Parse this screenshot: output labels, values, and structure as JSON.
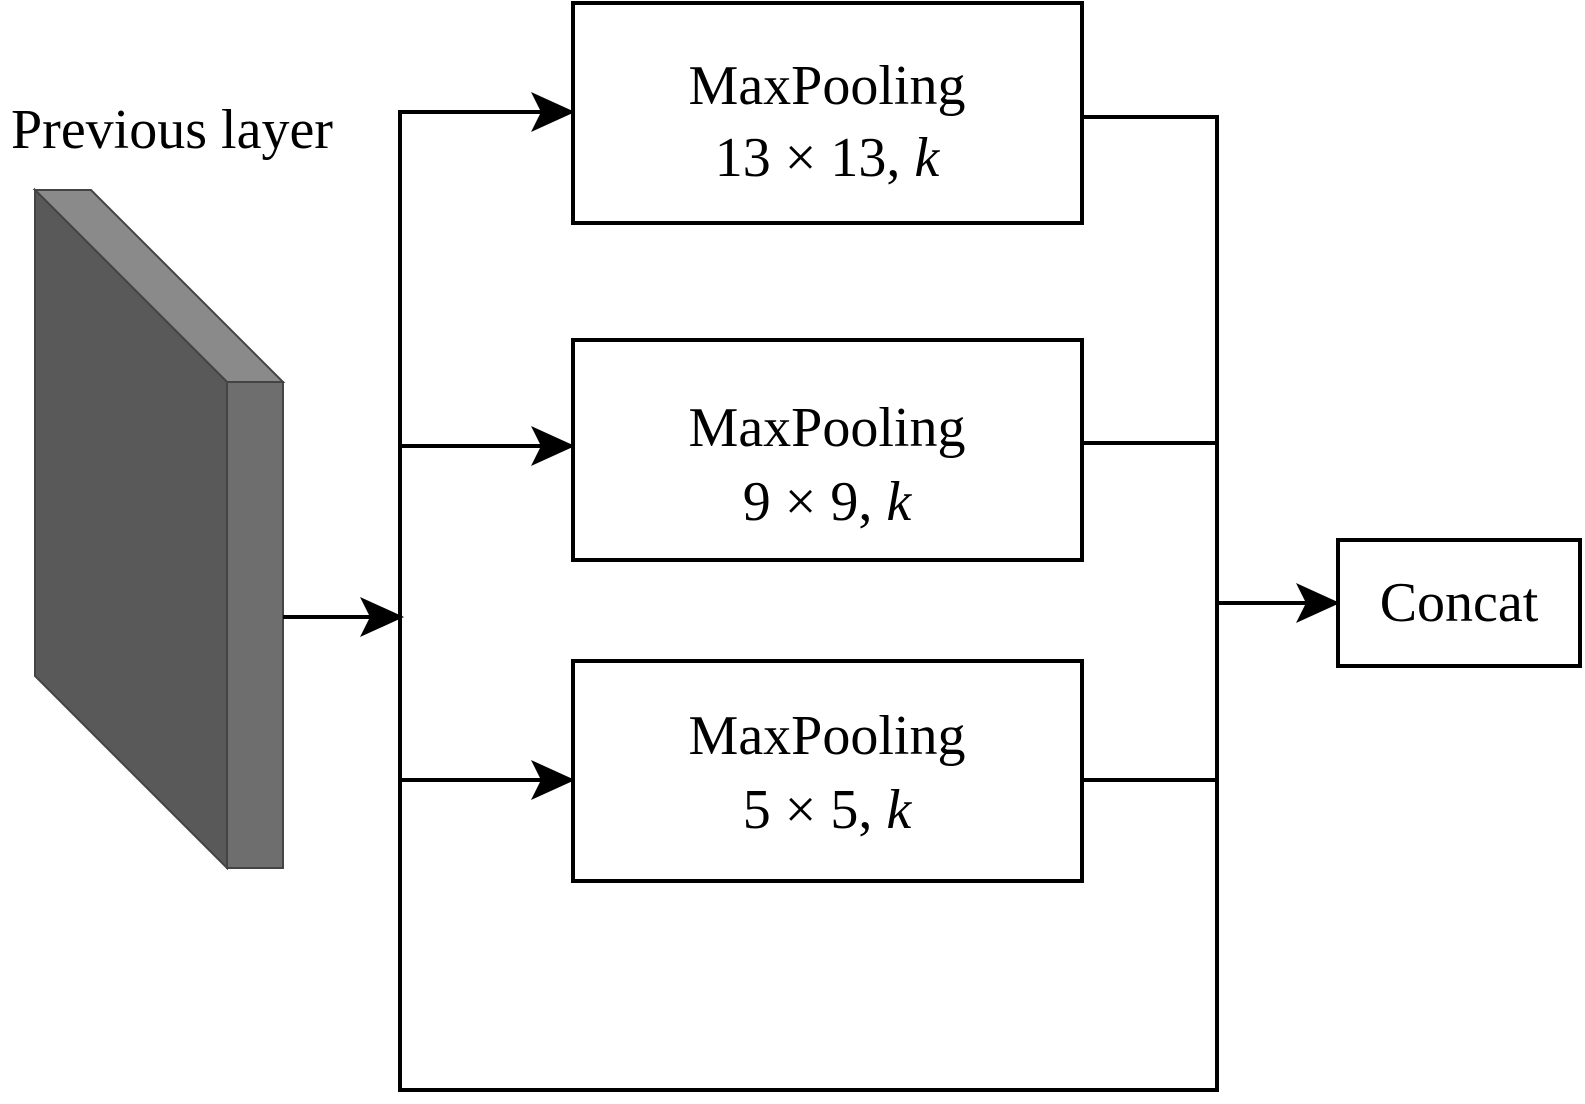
{
  "input": {
    "label": "Previous layer",
    "color_front": "#595959",
    "color_side": "#6e6e6e",
    "color_top": "#8a8a8a"
  },
  "branches": [
    {
      "name": "MaxPooling",
      "size": "13 × 13,",
      "var": "k"
    },
    {
      "name": "MaxPooling",
      "size": "9 × 9,",
      "var": "k"
    },
    {
      "name": "MaxPooling",
      "size": "5 × 5,",
      "var": "k"
    }
  ],
  "output": {
    "label": "Concat"
  }
}
